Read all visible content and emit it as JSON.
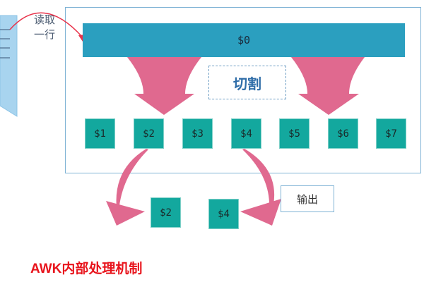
{
  "input": {
    "read_label_line1": "读取",
    "read_label_line2": "一行"
  },
  "record": {
    "label": "$0"
  },
  "split": {
    "label": "切割"
  },
  "fields": [
    "$1",
    "$2",
    "$3",
    "$4",
    "$5",
    "$6",
    "$7"
  ],
  "output": {
    "label": "输出",
    "selected_fields": [
      "$2",
      "$4"
    ]
  },
  "title": "AWK内部处理机制",
  "colors": {
    "record_bar": "#2b9fbf",
    "field_box": "#13a89e",
    "arrow_pink": "#e0698f",
    "read_arrow": "#e8324a",
    "title_red": "#e8141c",
    "document_blue": "#a8d4ef",
    "frame_blue": "#7fb3d5"
  }
}
